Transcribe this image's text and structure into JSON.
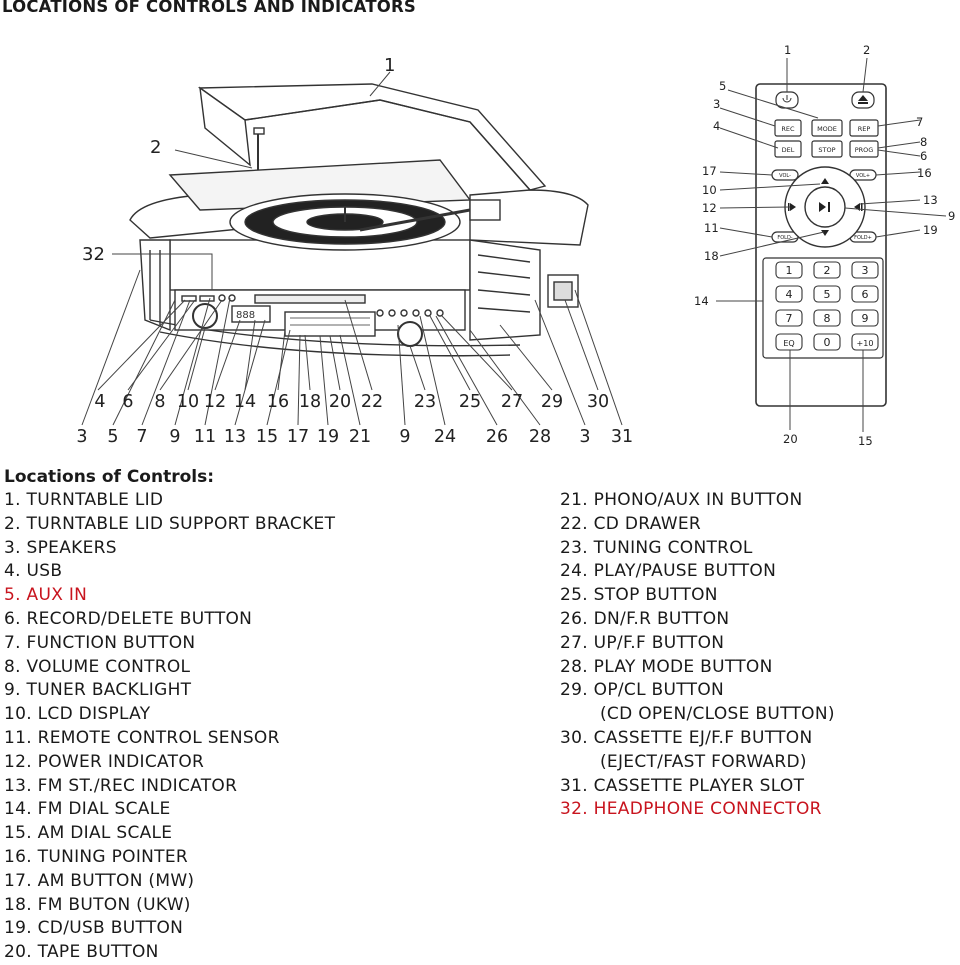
{
  "title": "LOCATIONS OF CONTROLS AND INDICATORS",
  "legend_heading": "Locations of Controls:",
  "controls_left": [
    {
      "text": "1. TURNTABLE LID",
      "color": "#1a1a1a"
    },
    {
      "text": "2. TURNTABLE LID SUPPORT BRACKET",
      "color": "#1a1a1a"
    },
    {
      "text": "3. SPEAKERS",
      "color": "#1a1a1a"
    },
    {
      "text": "4. USB",
      "color": "#1a1a1a"
    },
    {
      "text": "5. AUX IN",
      "color": "#c8141e"
    },
    {
      "text": "6. RECORD/DELETE BUTTON",
      "color": "#1a1a1a"
    },
    {
      "text": "7. FUNCTION BUTTON",
      "color": "#1a1a1a"
    },
    {
      "text": "8. VOLUME CONTROL",
      "color": "#1a1a1a"
    },
    {
      "text": "9. TUNER BACKLIGHT",
      "color": "#1a1a1a"
    },
    {
      "text": "10. LCD DISPLAY",
      "color": "#1a1a1a"
    },
    {
      "text": "11. REMOTE CONTROL SENSOR",
      "color": "#1a1a1a"
    },
    {
      "text": "12. POWER INDICATOR",
      "color": "#1a1a1a"
    },
    {
      "text": "13. FM ST./REC INDICATOR",
      "color": "#1a1a1a"
    },
    {
      "text": "14. FM DIAL SCALE",
      "color": "#1a1a1a"
    },
    {
      "text": "15. AM DIAL SCALE",
      "color": "#1a1a1a"
    },
    {
      "text": "16. TUNING POINTER",
      "color": "#1a1a1a"
    },
    {
      "text": "17. AM BUTTON (MW)",
      "color": "#1a1a1a"
    },
    {
      "text": "18. FM BUTON (UKW)",
      "color": "#1a1a1a"
    },
    {
      "text": "19. CD/USB BUTTON",
      "color": "#1a1a1a"
    },
    {
      "text": "20. TAPE BUTTON",
      "color": "#1a1a1a"
    }
  ],
  "controls_right": [
    {
      "text": "21. PHONO/AUX IN BUTTON",
      "color": "#1a1a1a"
    },
    {
      "text": "22. CD DRAWER",
      "color": "#1a1a1a"
    },
    {
      "text": "23. TUNING CONTROL",
      "color": "#1a1a1a"
    },
    {
      "text": "24. PLAY/PAUSE BUTTON",
      "color": "#1a1a1a"
    },
    {
      "text": "25. STOP BUTTON",
      "color": "#1a1a1a"
    },
    {
      "text": "26. DN/F.R BUTTON",
      "color": "#1a1a1a"
    },
    {
      "text": "27. UP/F.F BUTTON",
      "color": "#1a1a1a"
    },
    {
      "text": "28. PLAY MODE BUTTON",
      "color": "#1a1a1a"
    },
    {
      "text": "29. OP/CL BUTTON",
      "color": "#1a1a1a"
    },
    {
      "text": "(CD OPEN/CLOSE BUTTON)",
      "color": "#1a1a1a",
      "sub": true
    },
    {
      "text": "30. CASSETTE EJ/F.F BUTTON",
      "color": "#1a1a1a"
    },
    {
      "text": "(EJECT/FAST FORWARD)",
      "color": "#1a1a1a",
      "sub": true
    },
    {
      "text": "31. CASSETTE PLAYER SLOT",
      "color": "#1a1a1a"
    },
    {
      "text": "32. HEADPHONE CONNECTOR",
      "color": "#c8141e"
    }
  ],
  "unit_callouts": {
    "top": [
      "1",
      "2",
      "32"
    ],
    "row_upper": [
      "4",
      "6",
      "8",
      "10",
      "12",
      "14",
      "16",
      "18",
      "20",
      "22",
      "23",
      "25",
      "27",
      "29",
      "30"
    ],
    "row_lower": [
      "3",
      "5",
      "7",
      "9",
      "11",
      "13",
      "15",
      "17",
      "19",
      "21",
      "9",
      "24",
      "26",
      "28",
      "3",
      "31"
    ]
  },
  "remote": {
    "top_buttons": [
      "power-icon",
      "eject-icon"
    ],
    "row1": [
      "REC",
      "MODE",
      "REP"
    ],
    "row2": [
      "DEL",
      "STOP",
      "PROG"
    ],
    "vol_minus": "VOL-",
    "vol_plus": "VOL+",
    "fold_minus": "FOLD-",
    "fold_plus": "FOLD+",
    "keypad": [
      "1",
      "2",
      "3",
      "4",
      "5",
      "6",
      "7",
      "8",
      "9",
      "EQ",
      "0",
      "+10"
    ],
    "callouts": [
      "1",
      "2",
      "5",
      "3",
      "4",
      "7",
      "8",
      "6",
      "17",
      "16",
      "10",
      "13",
      "12",
      "9",
      "11",
      "19",
      "18",
      "14",
      "20",
      "15"
    ]
  }
}
